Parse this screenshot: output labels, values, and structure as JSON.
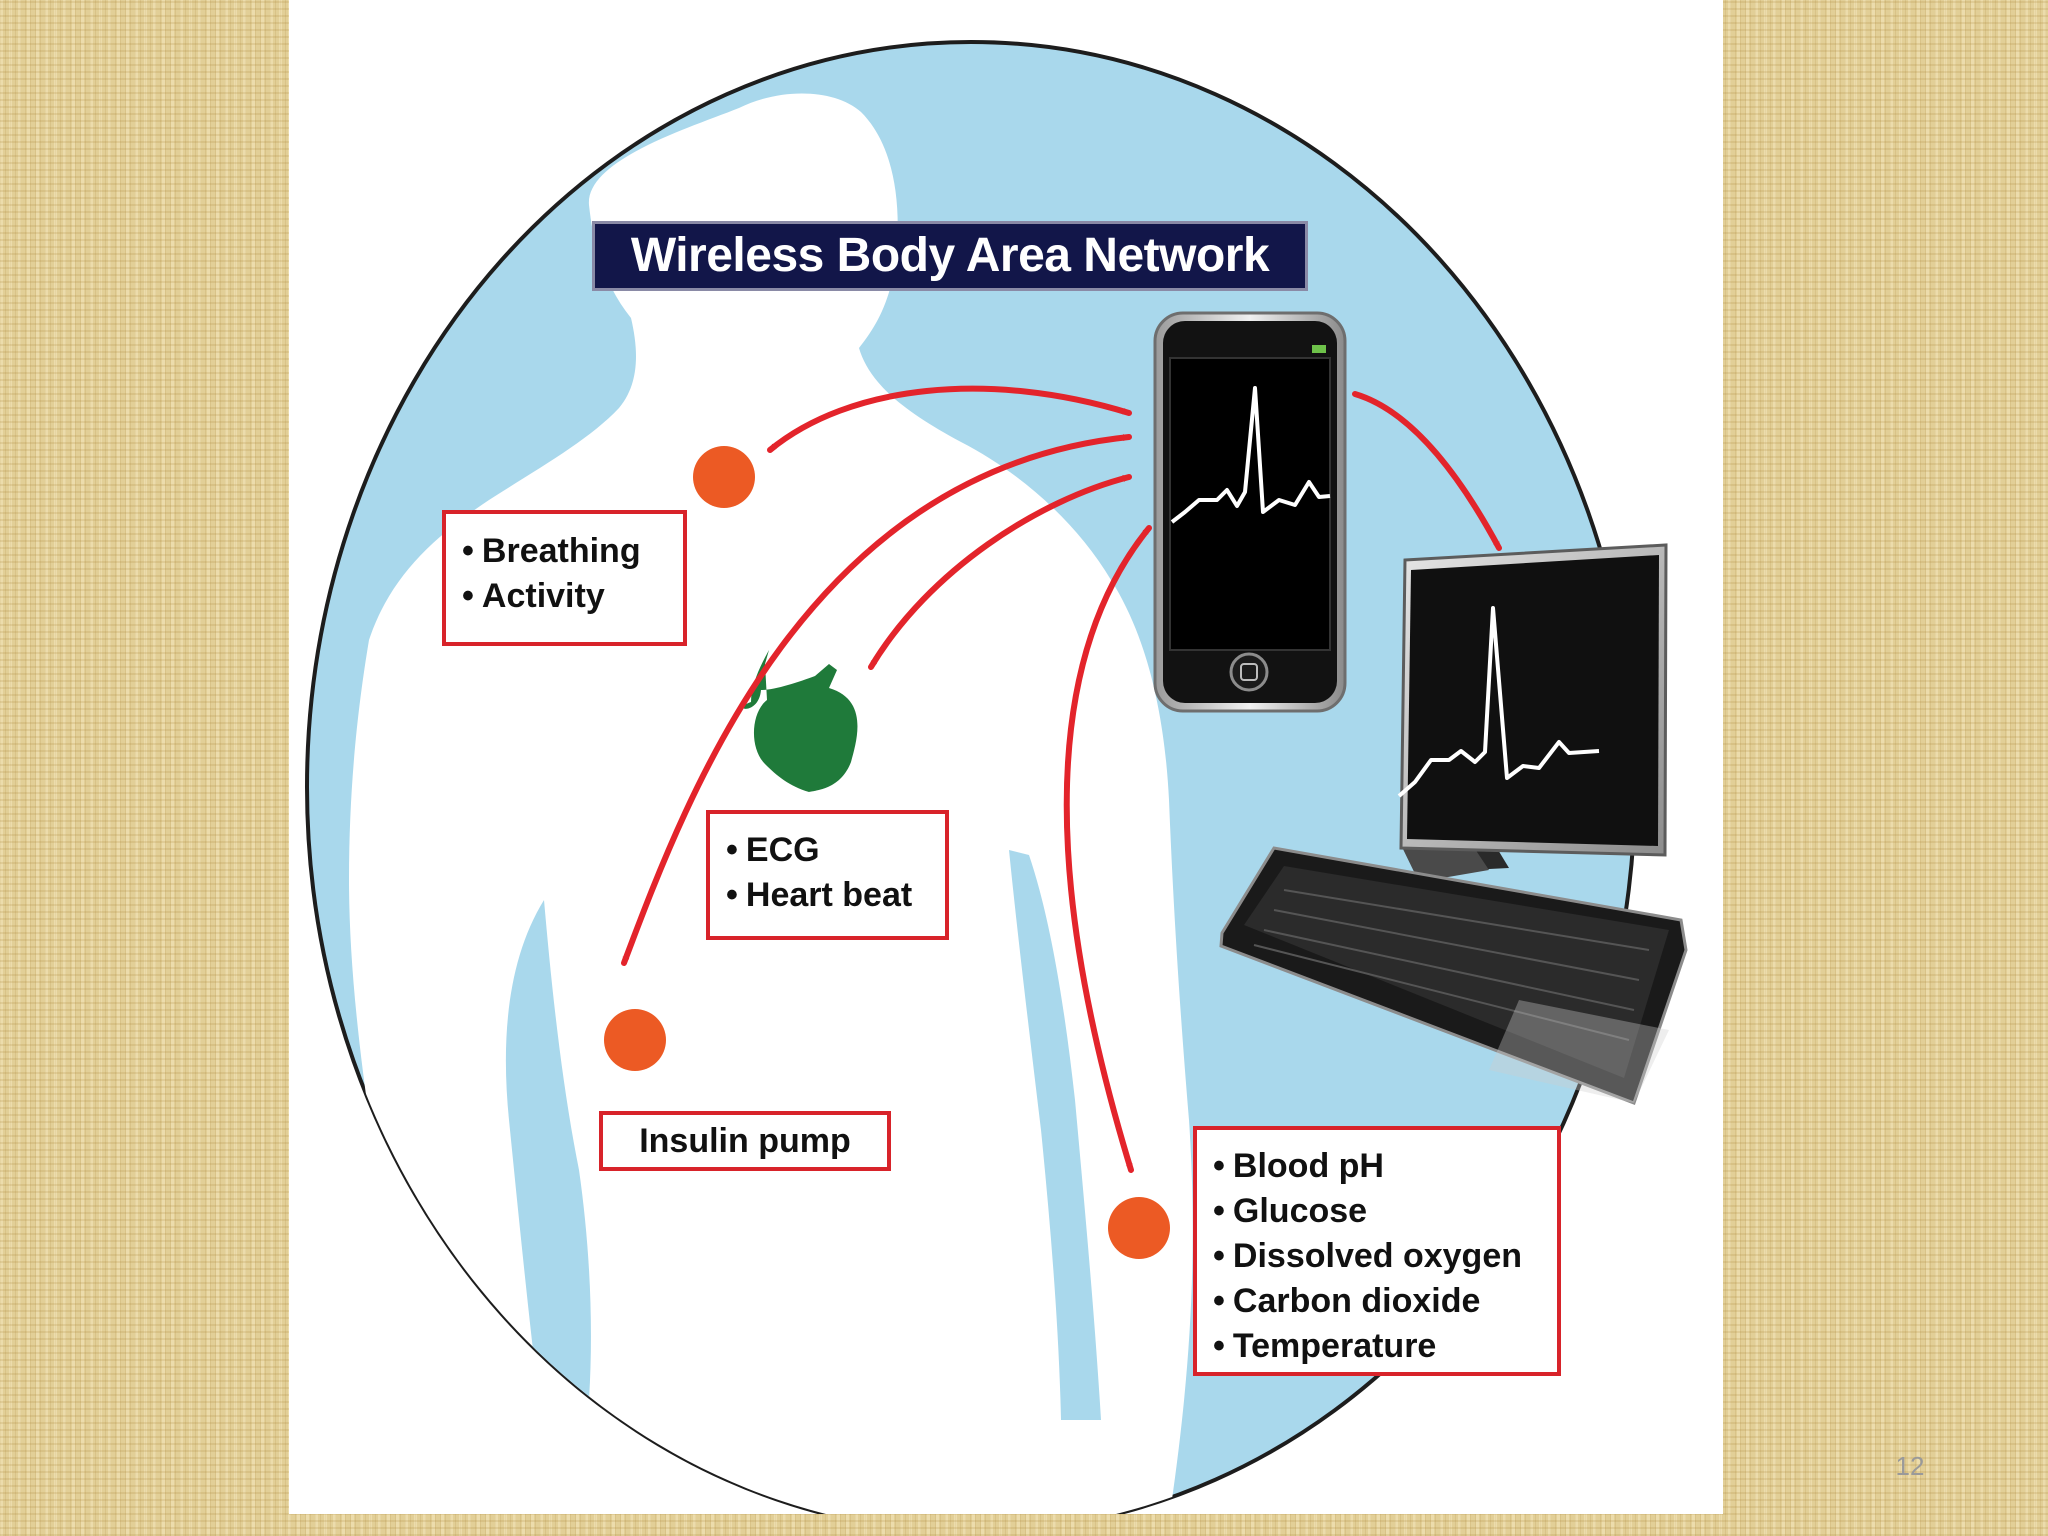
{
  "slide": {
    "title": "Wireless Body Area Network",
    "page_number": "12"
  },
  "labels": {
    "breathing_box": [
      "Breathing",
      "Activity"
    ],
    "ecg_box": [
      "ECG",
      "Heart beat"
    ],
    "insulin_box": "Insulin pump",
    "blood_box": [
      "Blood pH",
      "Glucose",
      "Dissolved oxygen",
      "Carbon dioxide",
      "Temperature"
    ]
  },
  "colors": {
    "background_circle": "#a9d8ec",
    "body_silhouette": "#ffffff",
    "sensor_node": "#ec5a24",
    "heart": "#1f7a3a",
    "link_arrow": "#e3242b",
    "title_banner": "#121649",
    "label_border": "#d8232a"
  },
  "icons": {
    "phone": "smartphone-icon",
    "computer": "desktop-computer-icon",
    "heart": "heart-icon",
    "sensor": "sensor-node-icon"
  }
}
